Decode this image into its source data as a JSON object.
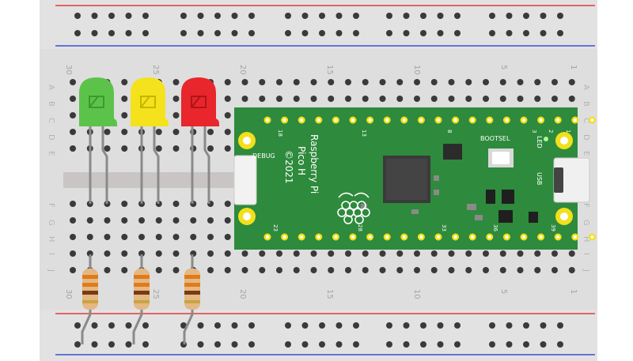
{
  "breadboard": {
    "column_numbers": [
      "30",
      "25",
      "20",
      "15",
      "10",
      "5",
      "1"
    ],
    "row_letters_top": [
      "A",
      "B",
      "C",
      "D",
      "E"
    ],
    "row_letters_bottom": [
      "F",
      "G",
      "H",
      "I",
      "J"
    ]
  },
  "leds": [
    {
      "color_name": "green",
      "body": "#5cc34a",
      "dark": "#3a9a2e"
    },
    {
      "color_name": "yellow",
      "body": "#f4e21c",
      "dark": "#c9b400"
    },
    {
      "color_name": "red",
      "body": "#e8262c",
      "dark": "#b0141a"
    }
  ],
  "pico": {
    "board_name": "Raspberry Pi",
    "model": "Pico H",
    "year": "©2021",
    "debug_label": "DEBUG",
    "bootsel_label": "BOOTSEL",
    "led_label": "LED",
    "usb_label": "USB",
    "top_pin_labels": [
      "18",
      "13",
      "8",
      "3",
      "2",
      "1"
    ],
    "bottom_pin_labels": [
      "23",
      "28",
      "33",
      "36",
      "39"
    ],
    "pcb_color": "#2e8a3c"
  },
  "rails": {
    "red": "#e23b3b",
    "blue": "#3a4fd1"
  }
}
